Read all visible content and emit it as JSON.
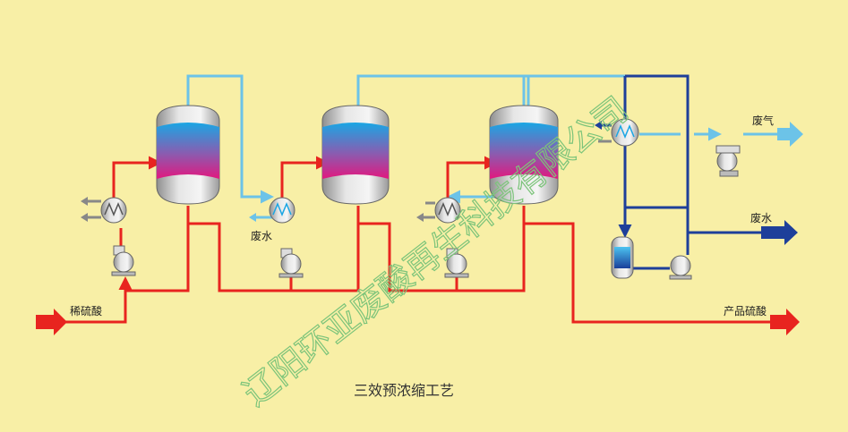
{
  "title": "三效预浓缩工艺",
  "watermark": "辽阳环亚废酸再生科技有限公司",
  "labels": {
    "dilute_acid": "稀硫酸",
    "waste_water_1": "废水",
    "waste_gas": "废气",
    "waste_water_2": "废水",
    "product_acid": "产品硫酸"
  },
  "colors": {
    "background": "#f8efa6",
    "acid_line": "#e8241f",
    "vapor_line": "#6cc3e8",
    "cooling_line": "#1e3f9a",
    "watermark": "#7cc47a",
    "vessel_top": "#1aa6e4",
    "vessel_bottom": "#e2187f"
  }
}
